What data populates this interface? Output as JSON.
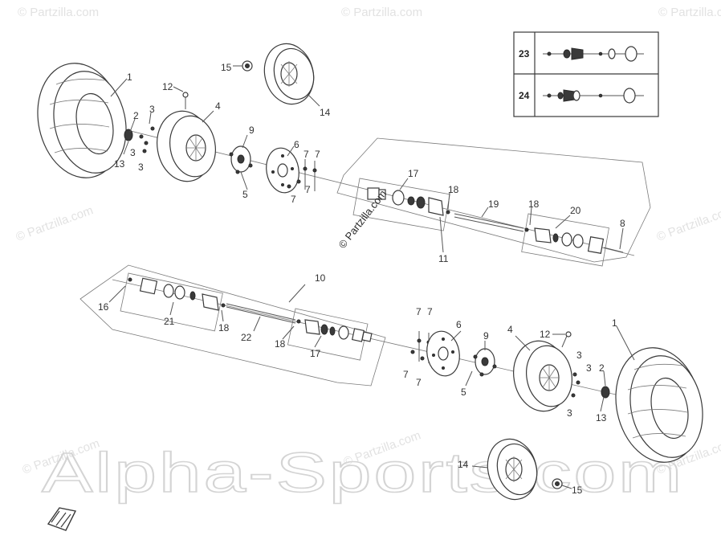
{
  "diagram": {
    "callouts_upper": [
      "1",
      "2",
      "3",
      "3",
      "3",
      "13",
      "12",
      "4",
      "9",
      "5",
      "6",
      "7",
      "7",
      "7",
      "7",
      "15",
      "14",
      "17",
      "18",
      "11",
      "19",
      "18",
      "20",
      "8"
    ],
    "callouts_lower": [
      "10",
      "16",
      "21",
      "18",
      "22",
      "18",
      "17",
      "7",
      "7",
      "7",
      "7",
      "6",
      "9",
      "5",
      "4",
      "12",
      "3",
      "3",
      "2",
      "3",
      "13",
      "1",
      "14",
      "15"
    ],
    "inset": [
      {
        "number": "23"
      },
      {
        "number": "24"
      }
    ],
    "watermarks": {
      "partzilla": "© Partzilla.com",
      "partzilla_center": "© Partzilla.com",
      "brand": "Alpha-Sports.com"
    },
    "colors": {
      "line": "#3a3a3a",
      "watermark": "#d4d4d4",
      "background": "#ffffff"
    },
    "icons": [
      "front-direction-arrow-icon"
    ]
  }
}
